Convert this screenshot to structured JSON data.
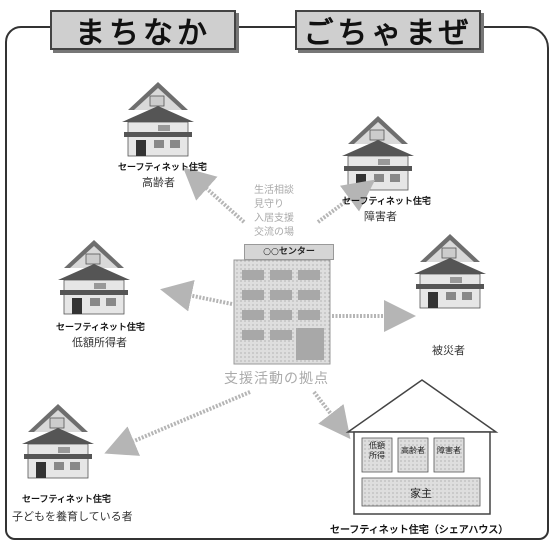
{
  "titles": {
    "left": "まちなか",
    "right": "ごちゃまぜ"
  },
  "houses": [
    {
      "label": "セーフティネット住宅",
      "resident": "高齢者"
    },
    {
      "label": "セーフティネット住宅",
      "resident": "障害者"
    },
    {
      "label": "セーフティネット住宅",
      "resident": "低額所得者"
    },
    {
      "label": "",
      "resident": "被災者"
    },
    {
      "label": "セーフティネット住宅",
      "resident": "子どもを養育している者"
    }
  ],
  "center": {
    "services": "生活相談\n見守り\n入居支援\n交流の場",
    "name": "○○センター",
    "base": "支援活動の拠点"
  },
  "share_house": {
    "rooms": [
      "低額\n所得",
      "高齢者",
      "障害者"
    ],
    "common": "家主",
    "label": "セーフティネット住宅（シェアハウス）"
  },
  "colors": {
    "title_bg": "#cfcfcf",
    "roof": "#6e6e6e",
    "wall": "#e6e6e6",
    "arrow": "#b5b5b5"
  }
}
